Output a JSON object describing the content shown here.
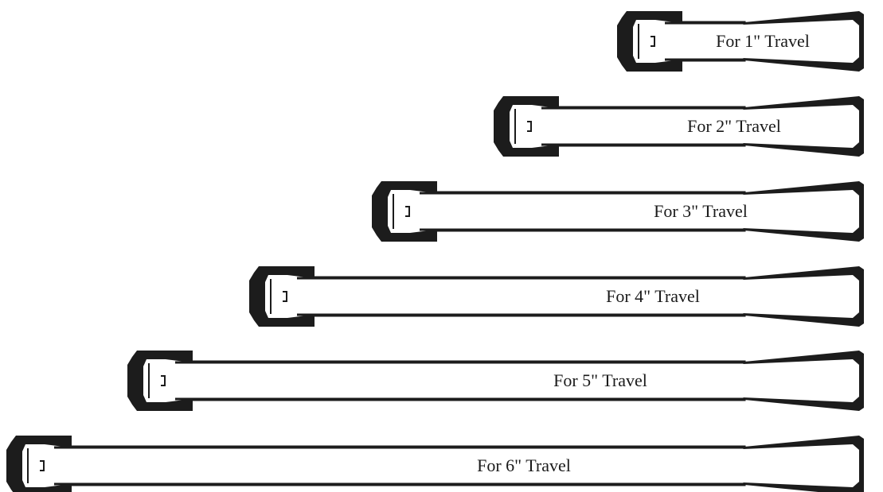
{
  "colors": {
    "ink": "#1c1c1c",
    "paper": "#ffffff"
  },
  "tools": [
    {
      "travel_in": 1,
      "label": "For 1\" Travel"
    },
    {
      "travel_in": 2,
      "label": "For 2\" Travel"
    },
    {
      "travel_in": 3,
      "label": "For 3\" Travel"
    },
    {
      "travel_in": 4,
      "label": "For 4\" Travel"
    },
    {
      "travel_in": 5,
      "label": "For 5\" Travel"
    },
    {
      "travel_in": 6,
      "label": "For 6\" Travel"
    }
  ]
}
